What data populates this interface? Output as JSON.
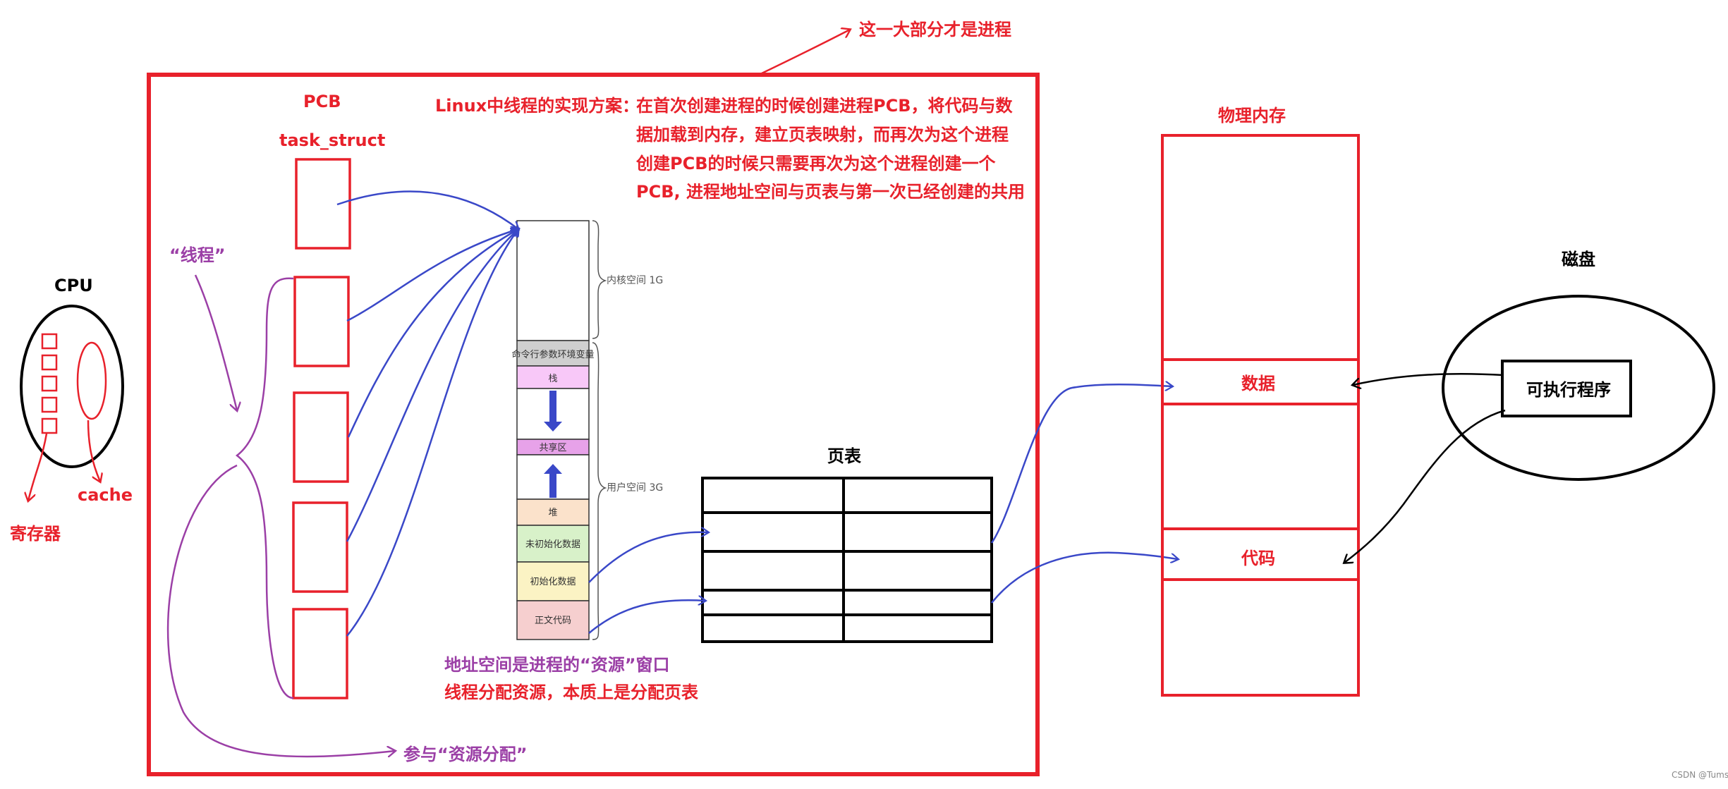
{
  "labels": {
    "process_note": "这一大部分才是进程",
    "pcb": "PCB",
    "task_struct": "task_struct",
    "threads": "“线程”",
    "cpu": "CPU",
    "cache": "cache",
    "registers": "寄存器",
    "linux_title": "Linux中线程的实现方案：",
    "linux_lines": [
      "在首次创建进程的时候创建进程PCB，将代码与数",
      "据加载到内存，建立页表映射，而再次为这个进程",
      "创建PCB的时候只需要再次为这个进程创建一个",
      "PCB, 进程地址空间与页表与第一次已经创建的共用"
    ],
    "kernel_space": "内核空间 1G",
    "user_space": "用户空间 3G",
    "page_table": "页表",
    "physical_memory": "物理内存",
    "disk": "磁盘",
    "executable": "可执行程序",
    "mem_data": "数据",
    "mem_code": "代码",
    "addr_note_1": "地址空间是进程的“资源”窗口",
    "addr_note_2": "线程分配资源，本质上是分配页表",
    "participate": "参与“资源分配”",
    "watermark": "CSDN @Tums"
  },
  "address_space": {
    "segments": [
      "命令行参数环境变量",
      "栈",
      "共享区",
      "堆",
      "未初始化数据",
      "初始化数据",
      "正文代码"
    ]
  },
  "colors": {
    "red": "#e8212b",
    "purple": "#9b3fa6",
    "blue": "#3a48c8",
    "black": "#000000",
    "stack": "#f8c8f8",
    "shared": "#e7a2e9",
    "heap": "#fbe2cb",
    "bss": "#d8f1c9",
    "data": "#fbf3c4",
    "text": "#f6cfcf",
    "env": "#cfcfcf"
  }
}
